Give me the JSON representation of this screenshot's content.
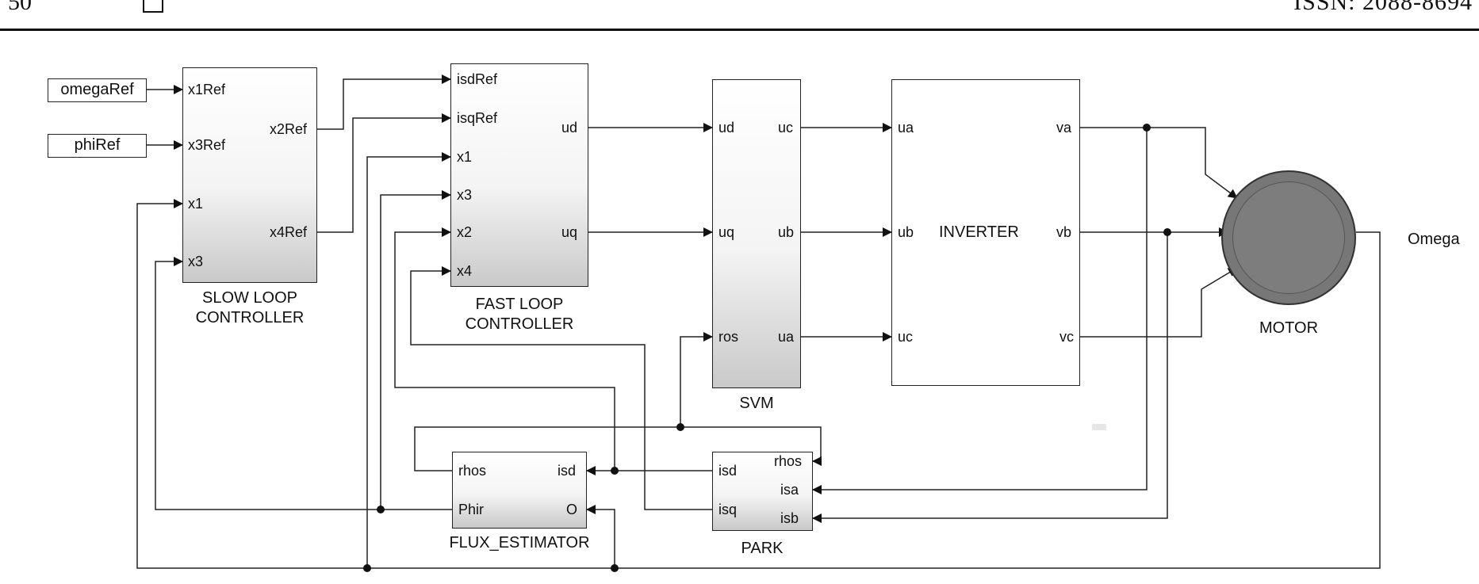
{
  "header": {
    "page_number": "50",
    "issn": "ISSN: 2088-8694"
  },
  "constants": {
    "omega_ref": "omegaRef",
    "phi_ref": "phiRef"
  },
  "blocks": {
    "slow_loop": {
      "caption": "SLOW LOOP\nCONTROLLER",
      "inputs": [
        "x1Ref",
        "x3Ref",
        "x1",
        "x3"
      ],
      "outputs": [
        "x2Ref",
        "x4Ref"
      ]
    },
    "fast_loop": {
      "caption": "FAST LOOP\nCONTROLLER",
      "inputs": [
        "isdRef",
        "isqRef",
        "x1",
        "x3",
        "x2",
        "x4"
      ],
      "outputs": [
        "ud",
        "uq"
      ]
    },
    "svm": {
      "caption": "SVM",
      "inputs": [
        "ud",
        "uq",
        "ros"
      ],
      "outputs": [
        "uc",
        "ub",
        "ua"
      ]
    },
    "inverter": {
      "title": "INVERTER",
      "inputs": [
        "ua",
        "ub",
        "uc"
      ],
      "outputs": [
        "va",
        "vb",
        "vc"
      ]
    },
    "motor": {
      "caption": "MOTOR",
      "output_label": "Omega"
    },
    "flux_estimator": {
      "caption": "FLUX_ESTIMATOR",
      "inputs": [
        "rhos",
        "Phir"
      ],
      "outputs": [
        "isd",
        "O"
      ]
    },
    "park": {
      "caption": "PARK",
      "inputs": [
        "isd",
        "isq"
      ],
      "outputs": [
        "rhos",
        "isa",
        "isb"
      ]
    }
  }
}
